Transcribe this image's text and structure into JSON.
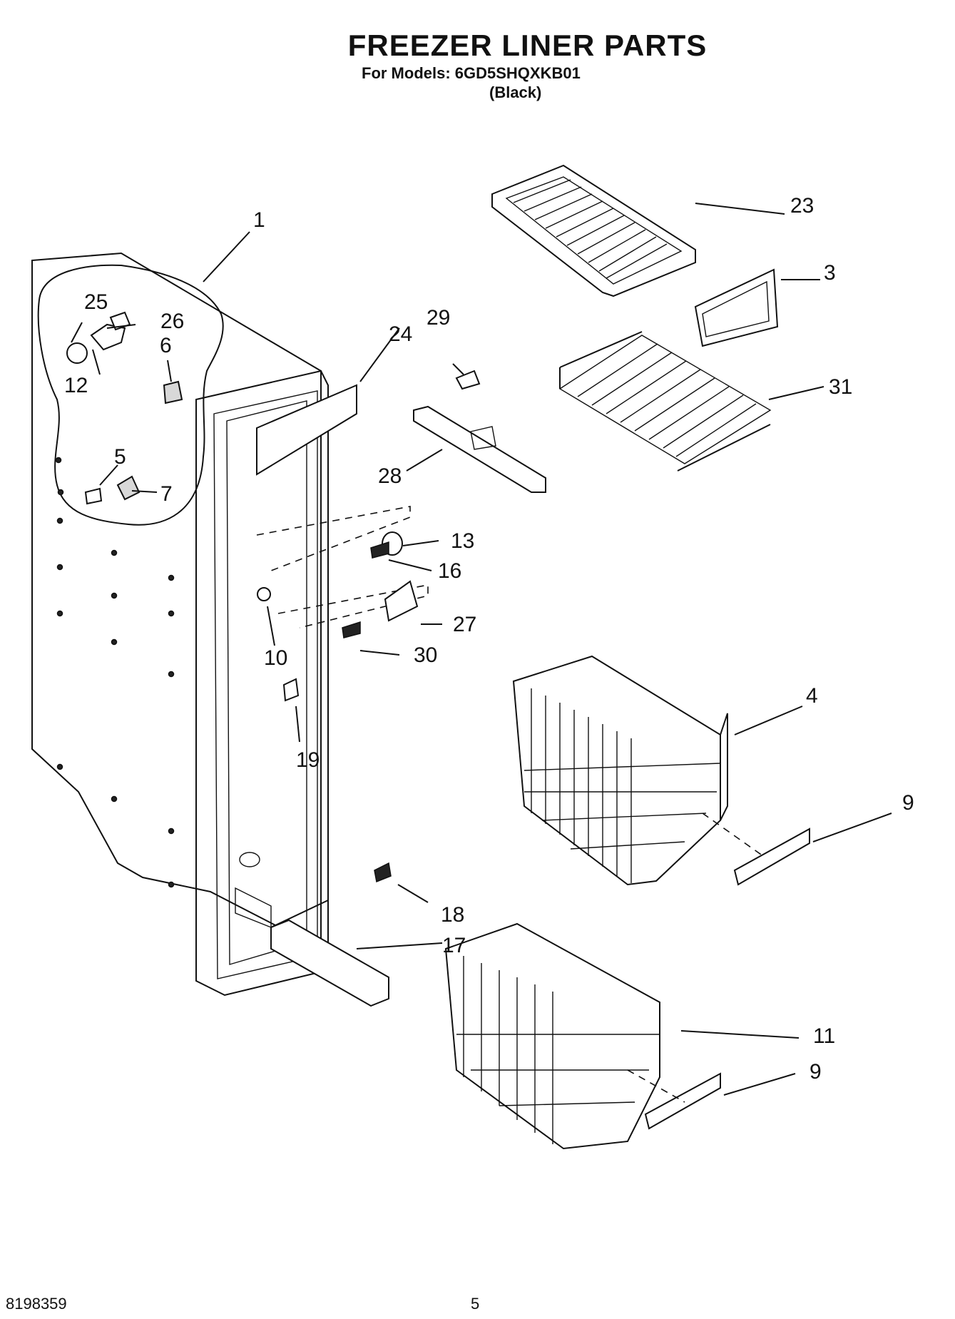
{
  "header": {
    "title": "FREEZER LINER PARTS",
    "models_line": "For Models: 6GD5SHQXKB01",
    "color_line": "(Black)"
  },
  "footer": {
    "doc_number": "8198359",
    "page_number": "5"
  },
  "callouts": {
    "c1": "1",
    "c3": "3",
    "c4": "4",
    "c5": "5",
    "c6": "6",
    "c7": "7",
    "c9a": "9",
    "c9b": "9",
    "c10": "10",
    "c11": "11",
    "c12": "12",
    "c13": "13",
    "c16": "16",
    "c17": "17",
    "c18": "18",
    "c19": "19",
    "c23": "23",
    "c24": "24",
    "c25": "25",
    "c26": "26",
    "c27": "27",
    "c28": "28",
    "c29": "29",
    "c30": "30",
    "c31": "31"
  }
}
